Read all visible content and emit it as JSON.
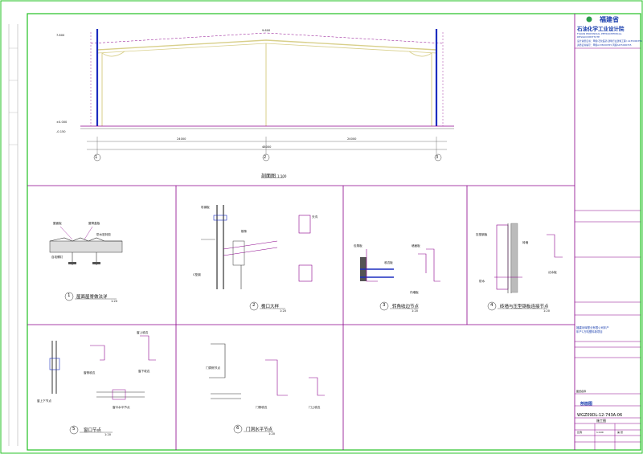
{
  "title_block": {
    "company_name": "福建省",
    "institute_name": "石油化学工业设计院",
    "institute_en_1": "FUJIAN PROVINCIAL PETROCHEMICAL",
    "institute_en_2": "DESIGN INSTITUTE",
    "cert_line_1": "设计资质证书：甲级(石化医药,建筑行业建筑工程) A135000355",
    "cert_line_2": "资质证书编号：甲级A135000355 丙级A235000355",
    "project_owner": "福建永辉塑业有限公司年产",
    "project_name": "年产1万吨塑料新项目",
    "drawing_label": "图纸名称",
    "drawing_title": "剖面图",
    "drawing_no": "WGZ09DL-12-743A-06",
    "stage": "施工图",
    "scale_label": "比例",
    "scale_value": "1:100",
    "sheet_label": "第 张"
  },
  "elevation": {
    "caption": "剖面图",
    "caption_scale": "1:100",
    "axes": [
      "1",
      "2",
      "3"
    ],
    "dims": [
      "24000",
      "24000",
      "48000"
    ],
    "ridge_elev": "9.600",
    "left_elevs": [
      "7.800",
      "±0.000",
      "-0.150"
    ]
  },
  "details": [
    {
      "num": "1",
      "title": "屋面屋脊做法详",
      "scale": "1:20"
    },
    {
      "num": "2",
      "title": "檐口大样",
      "scale": "1:20"
    },
    {
      "num": "3",
      "title": "转角收边节点",
      "scale": "1:20"
    },
    {
      "num": "4",
      "title": "砖墙与压型钢板连接节点",
      "scale": "1:20"
    },
    {
      "num": "5",
      "title": "窗口节点",
      "scale": "1:20"
    },
    {
      "num": "6",
      "title": "门洞水平节点",
      "scale": "1:20"
    }
  ],
  "detail_notes": {
    "d1": [
      "屋面板",
      "屋脊盖板",
      "防水密封胶",
      "自攻螺钉"
    ],
    "d2": [
      "彩钢板",
      "檩条",
      "天沟",
      "C型钢"
    ],
    "d3": [
      "包角板",
      "收边板",
      "墙面板",
      "内墙板"
    ],
    "d4": [
      "压型钢板",
      "砖墙",
      "泛水板",
      "防水"
    ],
    "d5": [
      "窗上下节点",
      "窗口水平节点",
      "窗侧收边",
      "窗上收边",
      "窗下收边"
    ],
    "d6": [
      "门洞侧节点",
      "门侧收边",
      "门上收边"
    ]
  },
  "colors": {
    "frame": "#22c022",
    "lines": "#8b008b",
    "structure": "#1c2dbf",
    "roof": "#d8cf8a",
    "column_dark": "#2a2a2a"
  }
}
